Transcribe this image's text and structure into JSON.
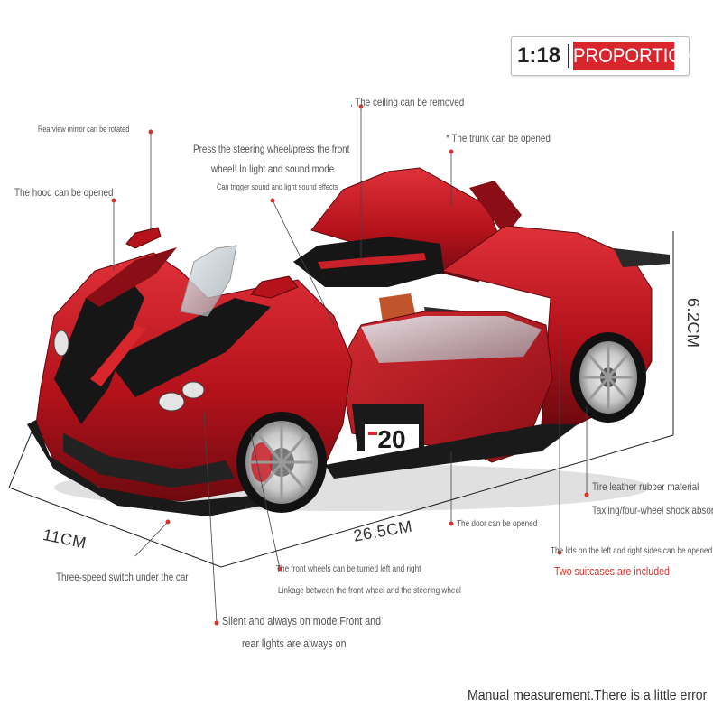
{
  "badge": {
    "scale": "1:18",
    "label": "PROPORTION"
  },
  "dimensions": {
    "height": "6.2CM",
    "width": "11CM",
    "length": "26.5CM"
  },
  "labels": {
    "mirror": "Rearview mirror can be rotated",
    "hood": "The hood can be opened",
    "steering_line1": "Press the steering wheel/press the front",
    "steering_line2": "wheel! In light and sound mode",
    "steering_line3": "Can trigger sound and light sound effects",
    "ceiling": ", The ceiling can be removed",
    "trunk": "* The trunk can be opened",
    "tire_line1": "Tire leather rubber material",
    "tire_line2": "Taxiing/four-wheel shock absorber",
    "door": "The door can be opened",
    "lids": "The lids on the left and right sides can be opened",
    "suitcases": "Two suitcases are included",
    "switch": "Three-speed switch under the car",
    "front_wheels_line1": "The front wheels can be turned left and right",
    "front_wheels_line2": "Linkage between the front wheel and the steering wheel",
    "lights_line1": "Silent and always on mode Front and",
    "lights_line2": "rear lights are always on"
  },
  "car": {
    "number": "20"
  },
  "note": "Manual measurement.There is a little error",
  "colors": {
    "body": "#b5121b",
    "accent": "#d9262c",
    "dark": "#1a1a1a",
    "pointer": "#d9342b"
  }
}
